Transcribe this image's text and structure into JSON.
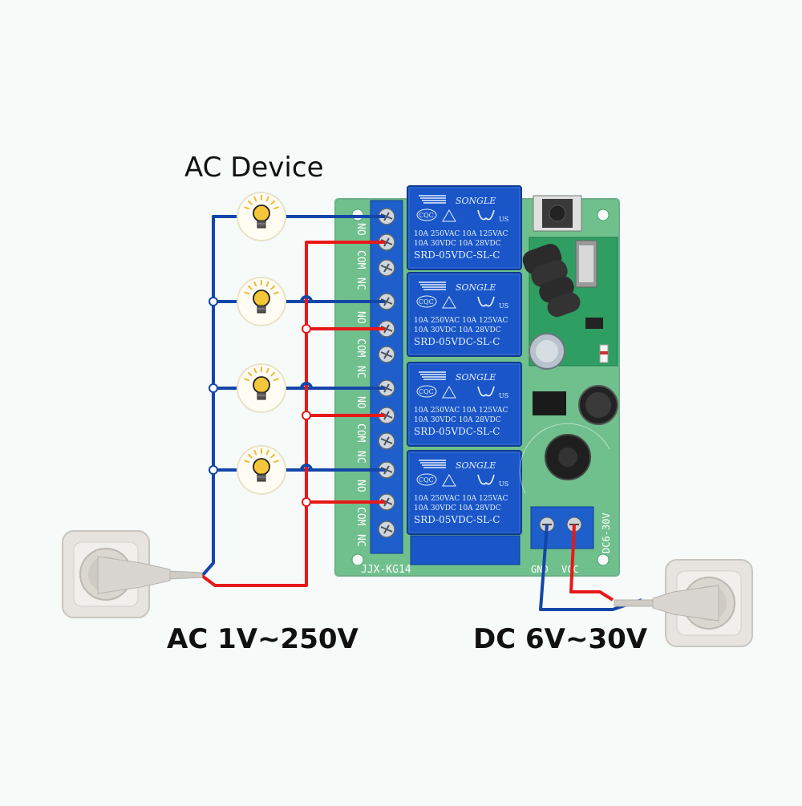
{
  "title": "AC Device",
  "ac_label": "AC 1V~250V",
  "dc_label": "DC 6V~30V",
  "relay": {
    "brand": "SONGLE",
    "line1": "10A 250VAC  10A 125VAC",
    "line2": "10A  30VDC  10A  28VDC",
    "model": "SRD-05VDC-SL-C",
    "cert": "CQC",
    "ul": "US"
  },
  "board": {
    "label": "JJX-KG14",
    "gnd": "GND",
    "vcc": "VCC",
    "range": "DC6-30V",
    "terminal_labels": [
      "NO",
      "COM",
      "NC"
    ]
  },
  "colors": {
    "wire_neutral": "#1446a8",
    "wire_live": "#e81818",
    "relay_blue": "#1a56c8",
    "pcb_green": "#6bbf8a",
    "terminal_blue": "#1e5fcc",
    "bulb_yellow": "#f5c63a"
  },
  "icons": [
    "light-bulb-icon",
    "wall-socket-icon",
    "plug-icon"
  ]
}
